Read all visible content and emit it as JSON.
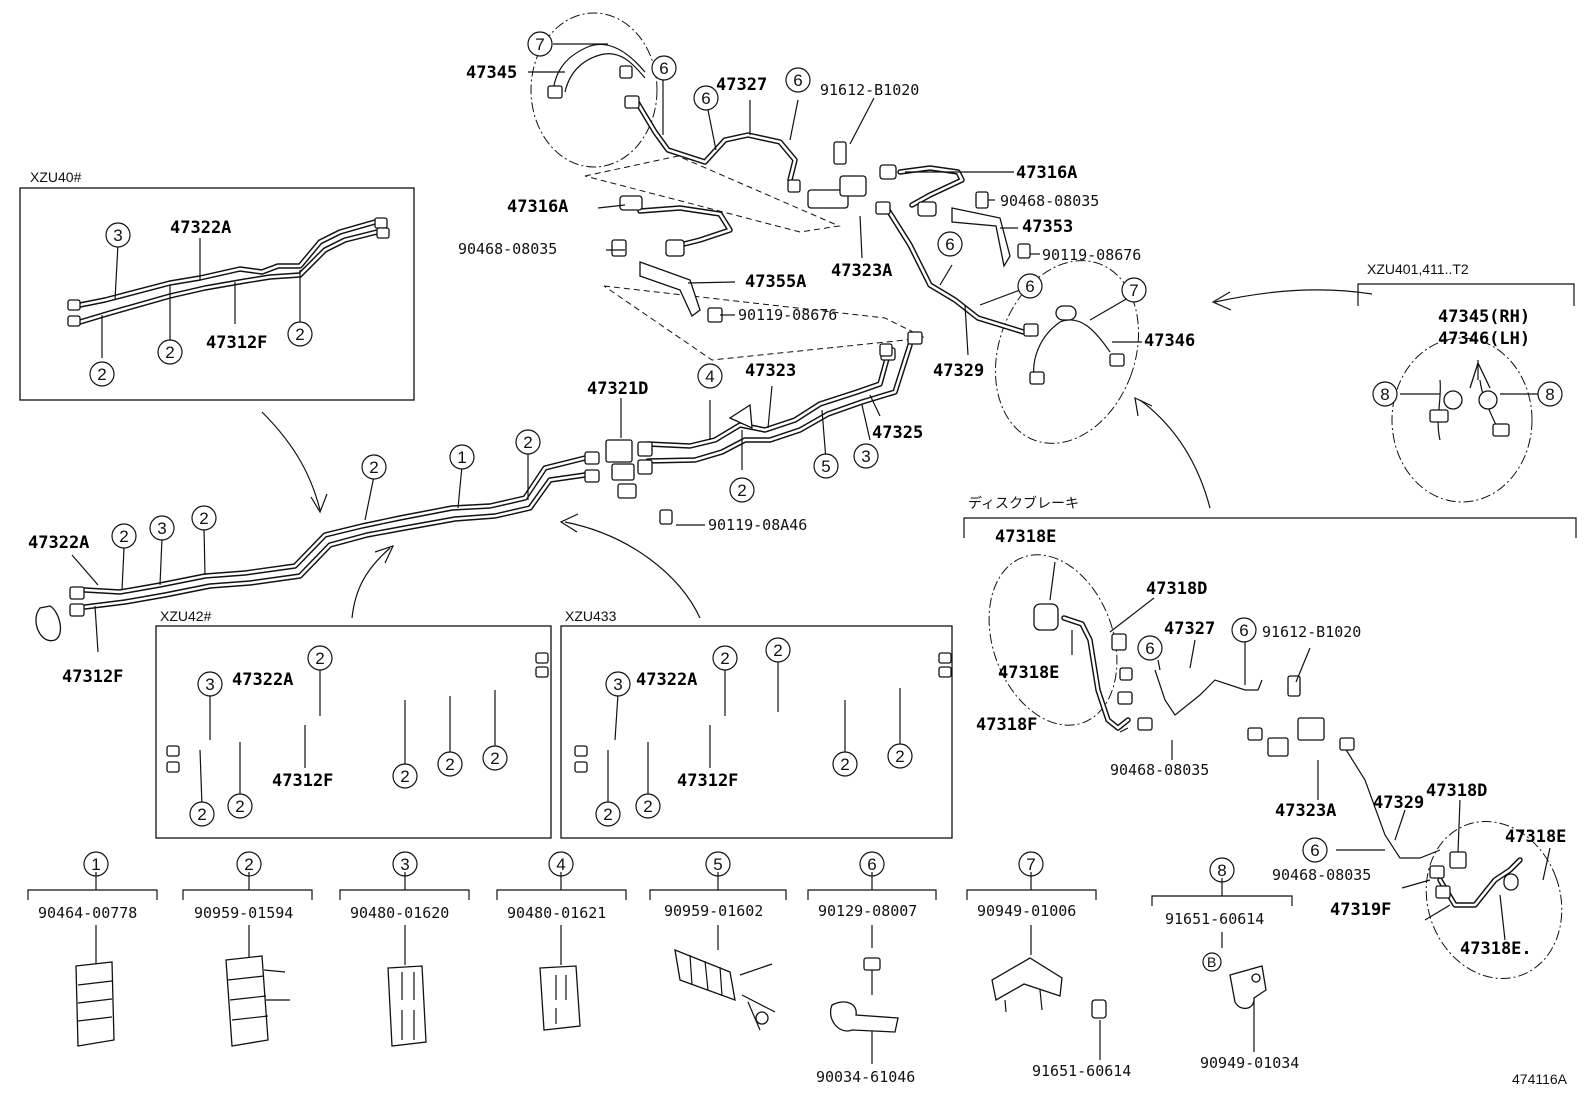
{
  "inset_titles": {
    "xzu40": "XZU40#",
    "xzu42": "XZU42#",
    "xzu433": "XZU433",
    "xzu401": "XZU401,411..T2",
    "disc": "ディスクブレーキ"
  },
  "drawing_number": "474116A",
  "labels": {
    "p47345": "47345",
    "p47327": "47327",
    "p91612": "91612-B1020",
    "p47316A_r": "47316A",
    "p90468_r": "90468-08035",
    "p47353": "47353",
    "p90119_r": "90119-08676",
    "p47316A_l": "47316A",
    "p90468_l": "90468-08035",
    "p47355A": "47355A",
    "p47323A": "47323A",
    "p90119_l": "90119-08676",
    "p47329": "47329",
    "p47346": "47346",
    "p47345rh": "47345(RH)",
    "p47346lh": "47346(LH)",
    "p47321D": "47321D",
    "p47323": "47323",
    "p47325": "47325",
    "p90119a46": "90119-08A46",
    "p47322A_main": "47322A",
    "p47312F_main": "47312F",
    "p47322A_40": "47322A",
    "p47312F_40": "47312F",
    "p47322A_42": "47322A",
    "p47312F_42": "47312F",
    "p47322A_433": "47322A",
    "p47312F_433": "47312F",
    "d47318E_a": "47318E",
    "d47318D_a": "47318D",
    "d47327": "47327",
    "d91612": "91612-B1020",
    "d47318E_b": "47318E",
    "d47318F": "47318F",
    "d90468_a": "90468-08035",
    "d47323A": "47323A",
    "d47329": "47329",
    "d47318D_b": "47318D",
    "d47318E_c": "47318E",
    "d90468_b": "90468-08035",
    "d47319F": "47319F",
    "d47318E_d": "47318E."
  },
  "legend": [
    {
      "num": "1",
      "part": "90464-00778"
    },
    {
      "num": "2",
      "part": "90959-01594"
    },
    {
      "num": "3",
      "part": "90480-01620"
    },
    {
      "num": "4",
      "part": "90480-01621"
    },
    {
      "num": "5",
      "part": "90959-01602"
    },
    {
      "num": "6",
      "part": "90129-08007"
    },
    {
      "num": "7",
      "part": "90949-01006"
    },
    {
      "num": "8",
      "part": "91651-60614"
    }
  ],
  "legend_extra": {
    "l6_sub": "90034-61046",
    "l7_sub": "91651-60614",
    "l8_b": "B",
    "l8_sub": "90949-01034"
  },
  "callouts": [
    "1",
    "2",
    "3",
    "4",
    "5",
    "6",
    "7",
    "8"
  ]
}
